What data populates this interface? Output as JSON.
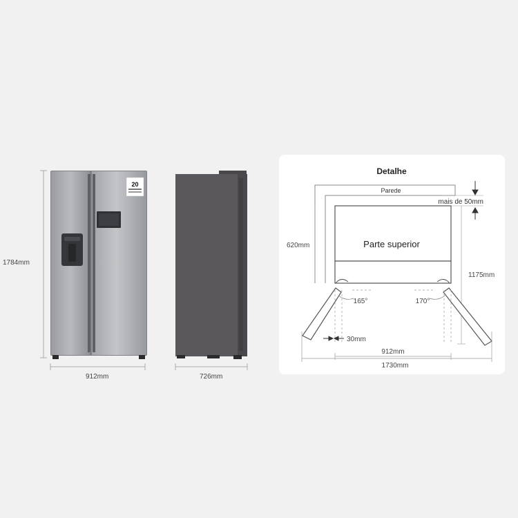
{
  "front_view": {
    "height_label": "1784mm",
    "width_label": "912mm",
    "energy_badge": {
      "number": "20"
    }
  },
  "side_view": {
    "depth_label": "726mm"
  },
  "detail_panel": {
    "title": "Detalhe",
    "wall_label": "Parede",
    "clearance_label": "mais de 50mm",
    "top_label": "Parte superior",
    "depth_label": "620mm",
    "door_depth_label": "1175mm",
    "left_angle": "165°",
    "right_angle": "170°",
    "side_gap_label": "30mm",
    "body_width_label": "912mm",
    "total_width_label": "1730mm"
  },
  "colors": {
    "background": "#f1f1f1",
    "panel": "#ffffff",
    "steel": "#8d9096",
    "side_panel": "#5b585d",
    "line": "#666666"
  }
}
